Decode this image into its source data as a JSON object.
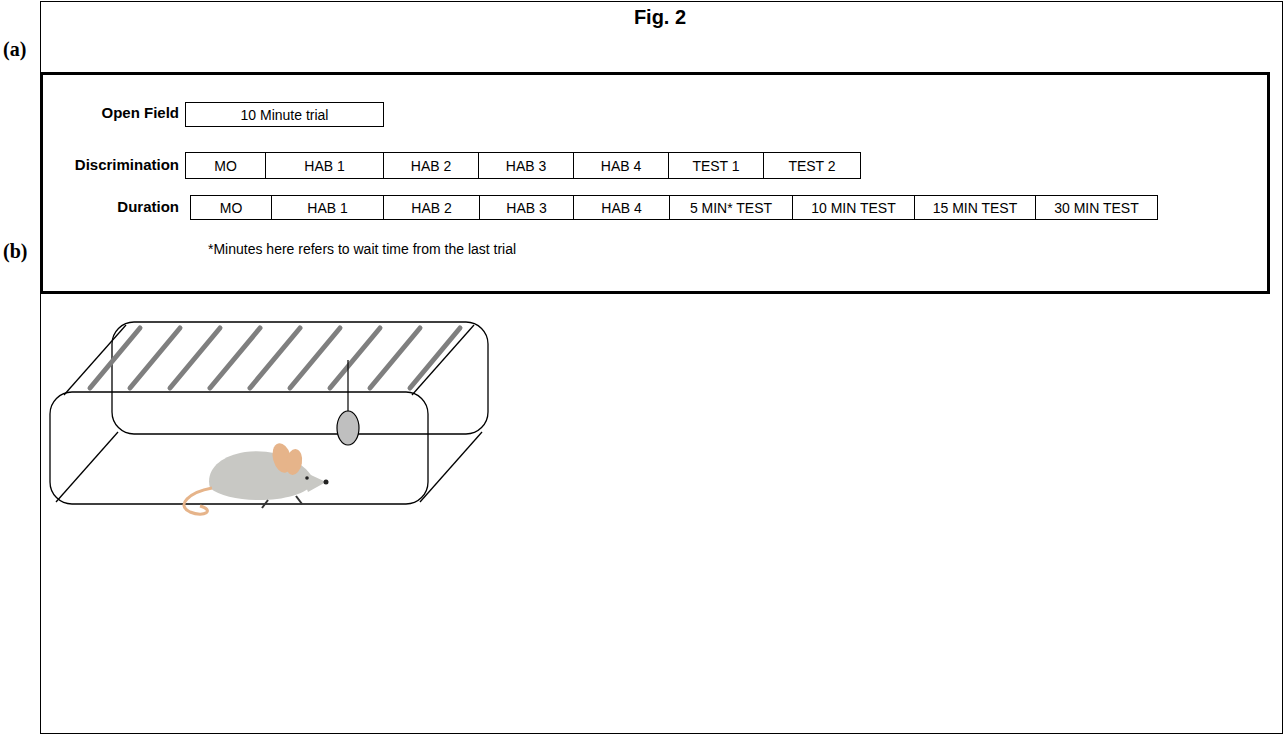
{
  "diagram": {
    "title": "Fig. 2",
    "nodes": [
      {
        "text": [
          "Open Field",
          "Discrimination",
          "Duration",
          "*Minutes here refers to wait time from the last trial"
        ]
      },
      {
        "text": [
          "10 Minute trial"
        ],
        "in": 0
      },
      {
        "text": [
          "MO"
        ],
        "in": 0
      },
      {
        "text": [
          "HAB 1"
        ],
        "in": 0
      },
      {
        "text": [
          "HAB 2"
        ],
        "in": 0
      },
      {
        "text": [
          "HAB 3"
        ],
        "in": 0
      },
      {
        "text": [
          "HAB 4"
        ],
        "in": 0
      },
      {
        "text": [
          "TEST 1"
        ],
        "in": 0
      },
      {
        "text": [
          "TEST 2"
        ],
        "in": 0
      },
      {
        "text": [
          "MO"
        ],
        "in": 0
      },
      {
        "text": [
          "HAB 1"
        ],
        "in": 0
      },
      {
        "text": [
          "HAB 2"
        ],
        "in": 0
      },
      {
        "text": [
          "HAB 3"
        ],
        "in": 0
      },
      {
        "text": [
          "HAB 4"
        ],
        "in": 0
      },
      {
        "text": [
          "5 MIN* TEST"
        ],
        "in": 0
      },
      {
        "text": [
          "10 MIN TEST"
        ],
        "in": 0
      },
      {
        "text": [
          "15 MIN TEST"
        ],
        "in": 0
      },
      {
        "text": [
          "30 MIN TEST"
        ],
        "in": 0
      }
    ],
    "labels": [
      "(a)",
      "(b)"
    ]
  }
}
